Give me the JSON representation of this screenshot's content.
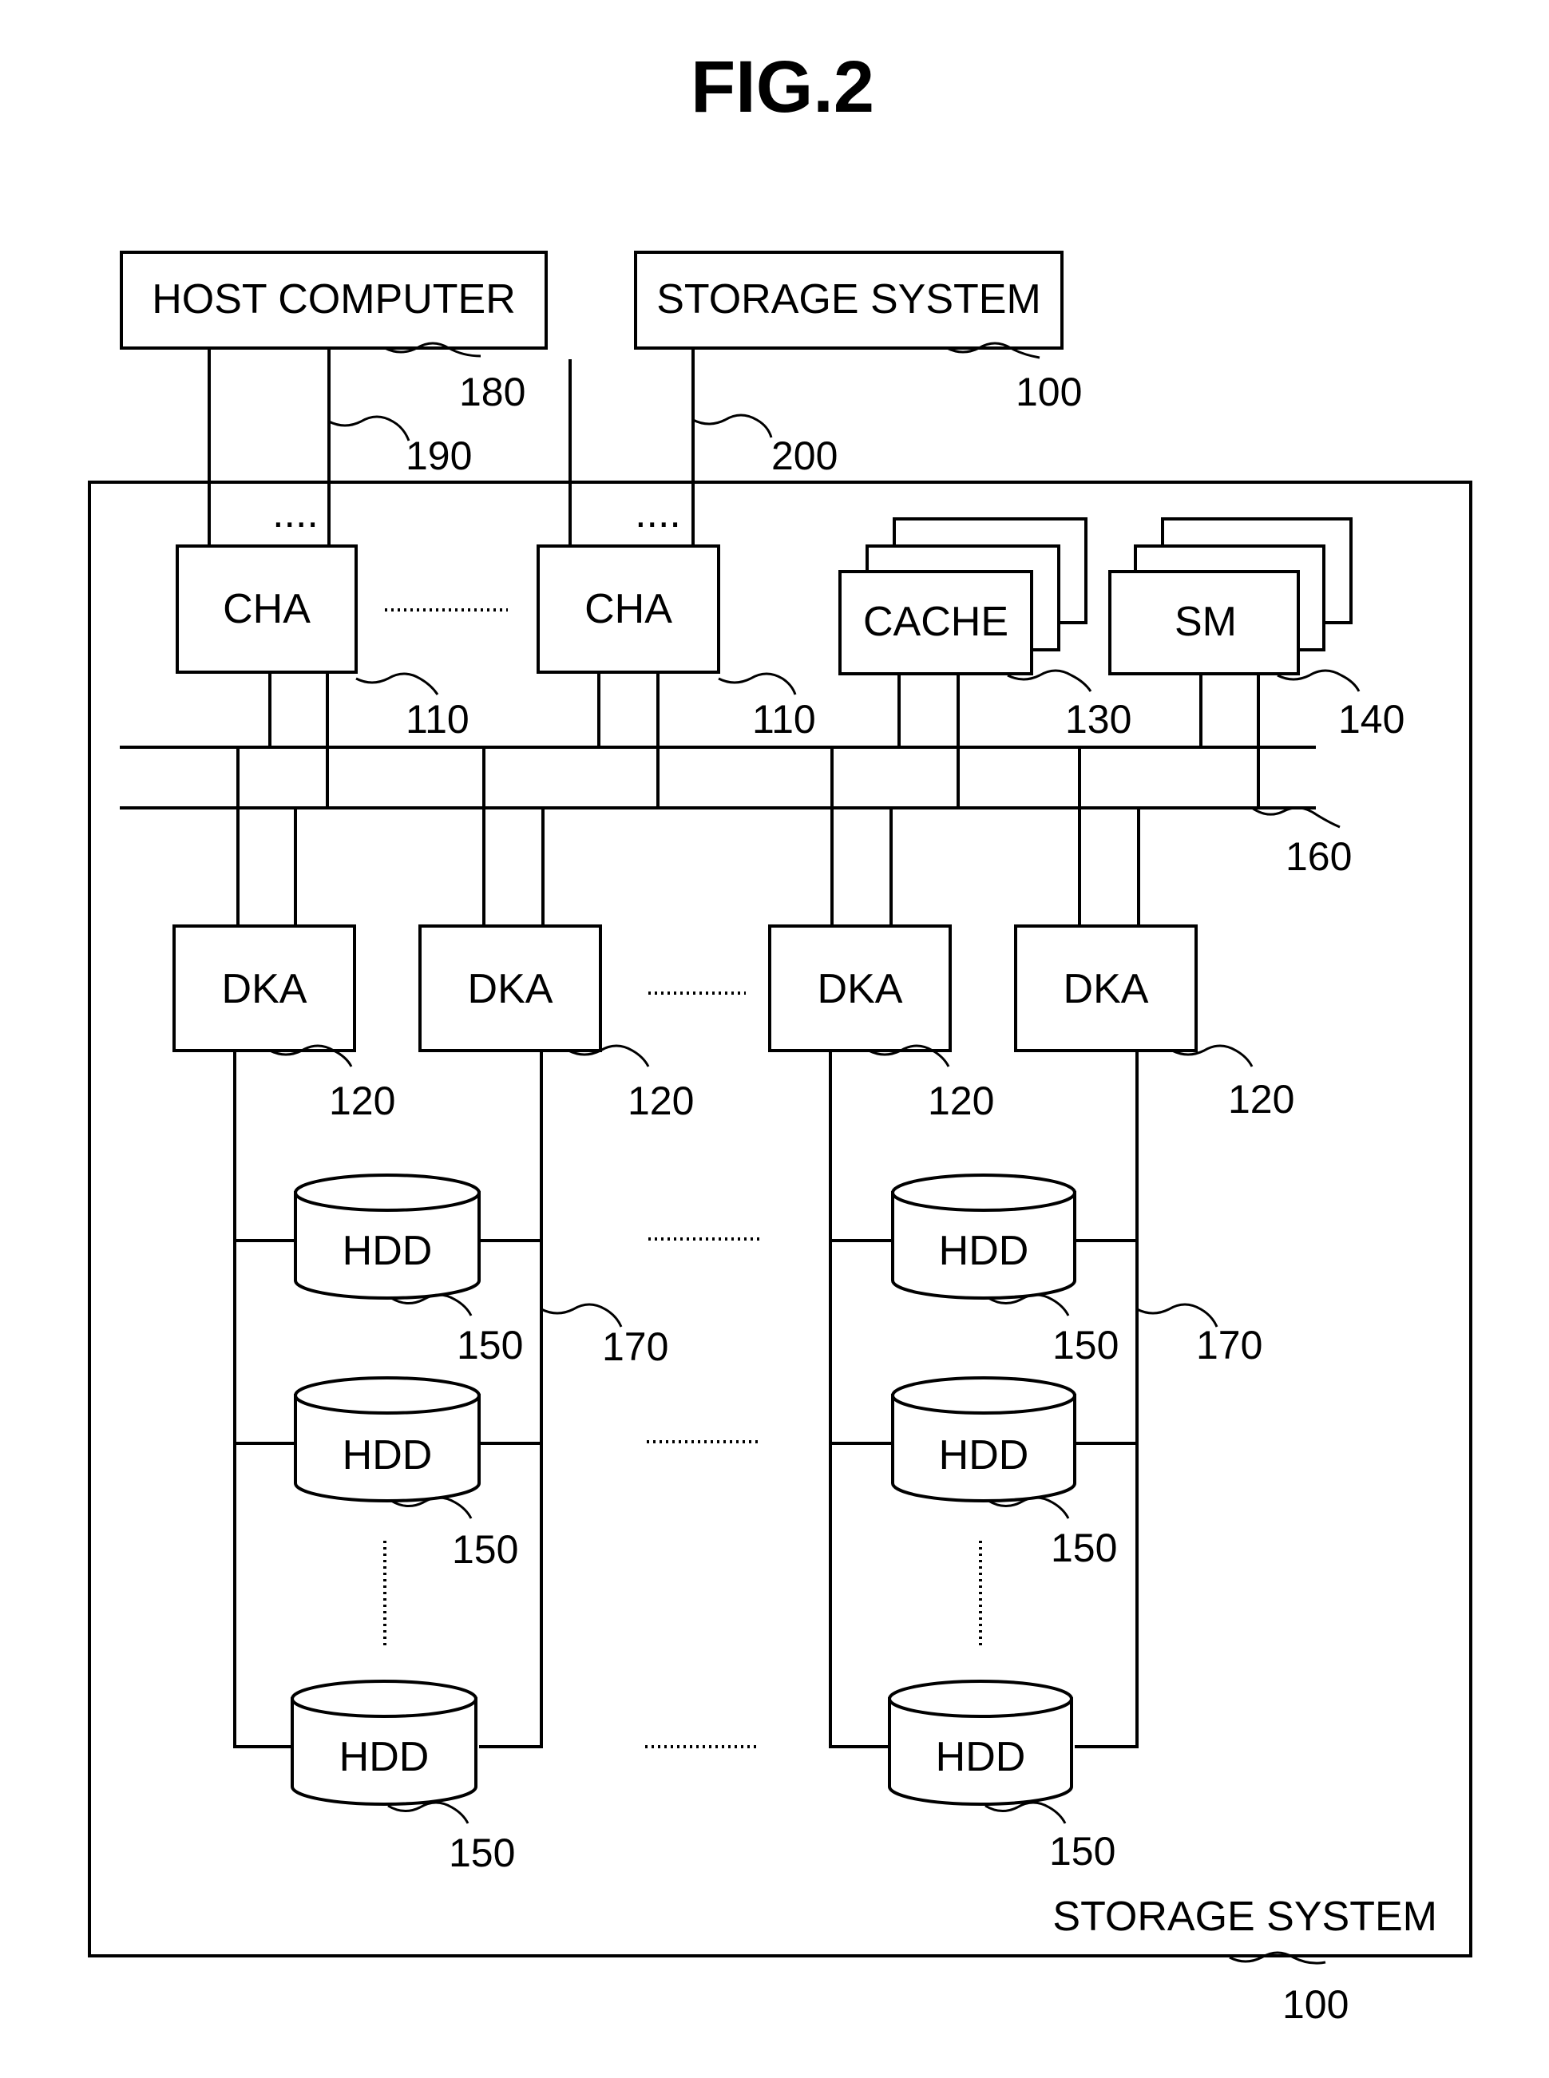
{
  "figure": {
    "title": "FIG.2",
    "host_computer": {
      "label": "HOST COMPUTER",
      "ref": "180"
    },
    "external_storage": {
      "label": "STORAGE SYSTEM",
      "ref": "100"
    },
    "host_link_ref": "190",
    "storage_link_ref": "200",
    "port_ellipsis": "....",
    "storage_system": {
      "label": "STORAGE SYSTEM",
      "ref": "100"
    },
    "cha": [
      {
        "label": "CHA",
        "ref": "110"
      },
      {
        "label": "CHA",
        "ref": "110"
      }
    ],
    "cache": {
      "label": "CACHE",
      "ref": "130"
    },
    "sm": {
      "label": "SM",
      "ref": "140"
    },
    "connection_ref": "160",
    "dka": [
      {
        "label": "DKA",
        "ref": "120"
      },
      {
        "label": "DKA",
        "ref": "120"
      },
      {
        "label": "DKA",
        "ref": "120"
      },
      {
        "label": "DKA",
        "ref": "120"
      }
    ],
    "fc_loop_ref": "170",
    "hdd": [
      {
        "label": "HDD",
        "ref": "150"
      },
      {
        "label": "HDD",
        "ref": "150"
      },
      {
        "label": "HDD",
        "ref": "150"
      },
      {
        "label": "HDD",
        "ref": "150"
      },
      {
        "label": "HDD",
        "ref": "150"
      },
      {
        "label": "HDD",
        "ref": "150"
      }
    ]
  }
}
